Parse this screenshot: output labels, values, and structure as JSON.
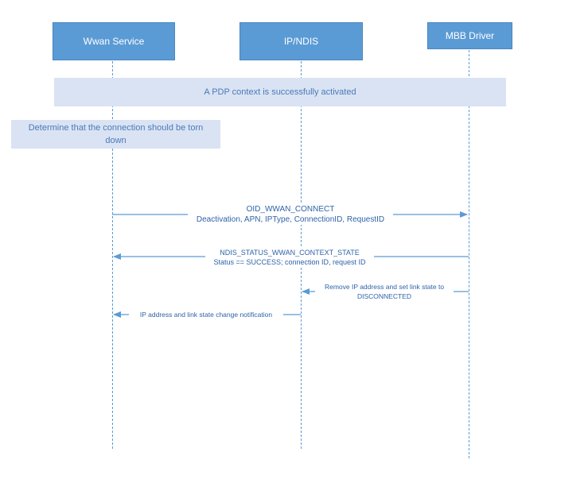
{
  "participants": {
    "wwan_service": "Wwan Service",
    "ip_ndis": "IP/NDIS",
    "mbb_driver": "MBB Driver"
  },
  "notes": {
    "pdp_activated": "A PDP context is successfully activated",
    "determine_teardown_line1": "Determine that the connection should be torn",
    "determine_teardown_line2": "down"
  },
  "messages": {
    "oid_connect": {
      "line1": "OID_WWAN_CONNECT",
      "line2": "Deactivation, APN, IPType, ConnectionID, RequestID"
    },
    "context_state": {
      "line1": "NDIS_STATUS_WWAN_CONTEXT_STATE",
      "line2": "Status == SUCCESS;  connection ID, request ID"
    },
    "remove_ip": {
      "line1": "Remove IP address and set link state to",
      "line2": "DISCONNECTED"
    },
    "notification": {
      "line1": "IP address and link state change notification"
    }
  },
  "colors": {
    "actor_fill": "#5b9bd5",
    "note_fill": "#dae3f3",
    "line": "#5b9bd5",
    "text": "#2f63a8"
  }
}
